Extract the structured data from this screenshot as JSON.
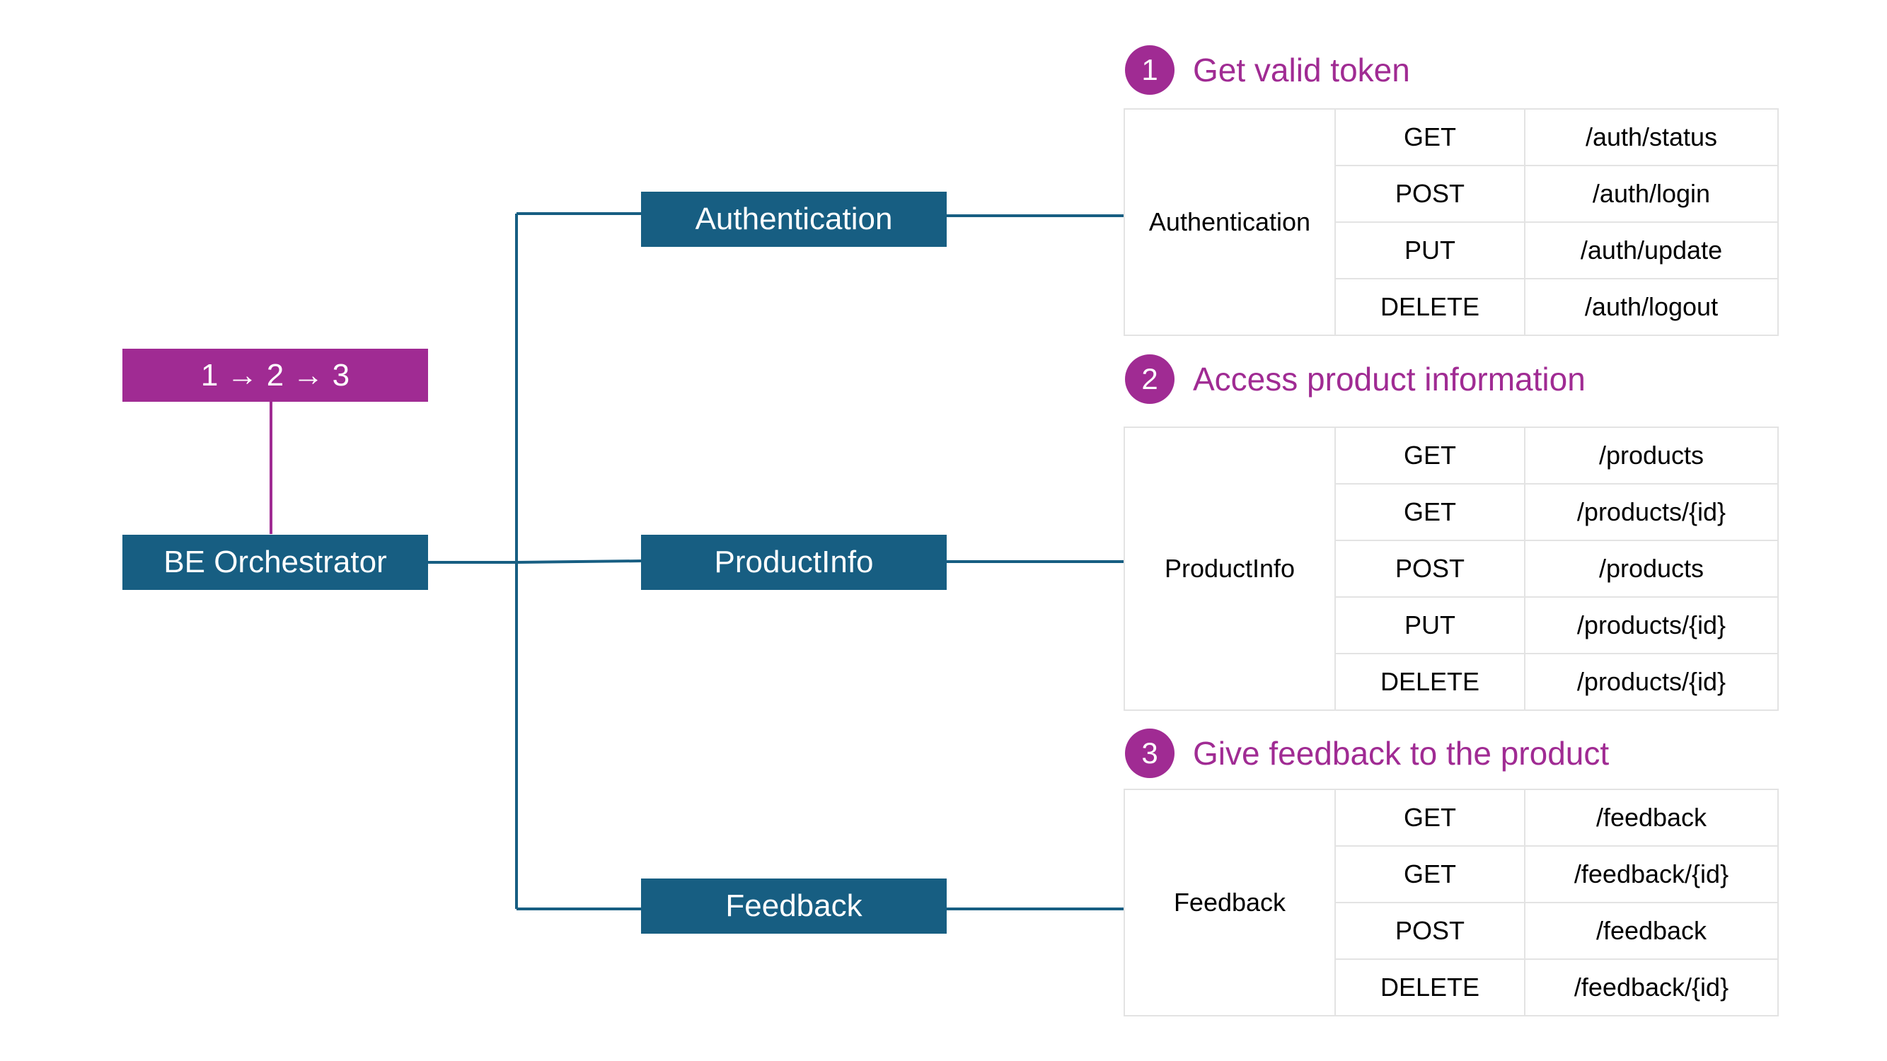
{
  "sequence_label": "1 → 2 → 3",
  "orchestrator_label": "BE Orchestrator",
  "services": [
    {
      "key": "auth",
      "label": "Authentication"
    },
    {
      "key": "product",
      "label": "ProductInfo"
    },
    {
      "key": "feedback",
      "label": "Feedback"
    }
  ],
  "steps": [
    {
      "number": "1",
      "title": "Get valid token",
      "service": "Authentication",
      "endpoints": [
        {
          "method": "GET",
          "path": "/auth/status"
        },
        {
          "method": "POST",
          "path": "/auth/login"
        },
        {
          "method": "PUT",
          "path": "/auth/update"
        },
        {
          "method": "DELETE",
          "path": "/auth/logout"
        }
      ]
    },
    {
      "number": "2",
      "title": "Access product information",
      "service": "ProductInfo",
      "endpoints": [
        {
          "method": "GET",
          "path": "/products"
        },
        {
          "method": "GET",
          "path": "/products/{id}"
        },
        {
          "method": "POST",
          "path": "/products"
        },
        {
          "method": "PUT",
          "path": "/products/{id}"
        },
        {
          "method": "DELETE",
          "path": "/products/{id}"
        }
      ]
    },
    {
      "number": "3",
      "title": "Give feedback to the product",
      "service": "Feedback",
      "endpoints": [
        {
          "method": "GET",
          "path": "/feedback"
        },
        {
          "method": "GET",
          "path": "/feedback/{id}"
        },
        {
          "method": "POST",
          "path": "/feedback"
        },
        {
          "method": "DELETE",
          "path": "/feedback/{id}"
        }
      ]
    }
  ],
  "colors": {
    "service_box": "#175e82",
    "accent": "#a02b93",
    "table_border": "#e3e3e3"
  }
}
